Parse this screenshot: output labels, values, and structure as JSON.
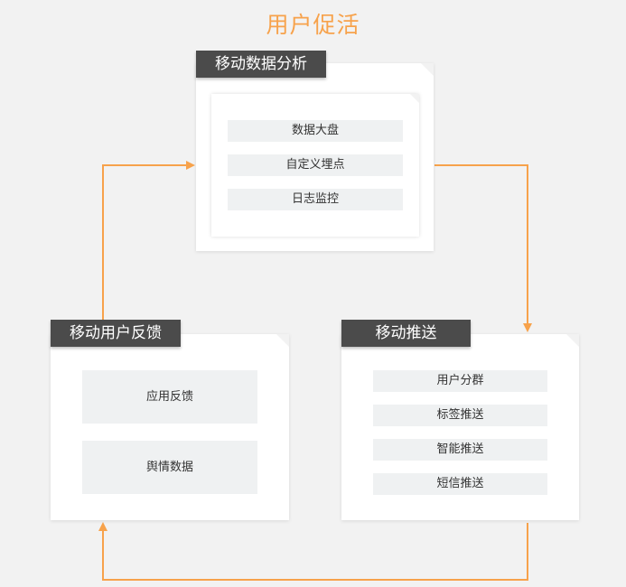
{
  "title": "用户促活",
  "accent_color": "#f7a24b",
  "modules": {
    "analysis": {
      "label": "移动数据分析",
      "items": [
        "数据大盘",
        "自定义埋点",
        "日志监控"
      ]
    },
    "push": {
      "label": "移动推送",
      "items": [
        "用户分群",
        "标签推送",
        "智能推送",
        "短信推送"
      ]
    },
    "feedback": {
      "label": "移动用户反馈",
      "items": [
        "应用反馈",
        "舆情数据"
      ]
    }
  }
}
